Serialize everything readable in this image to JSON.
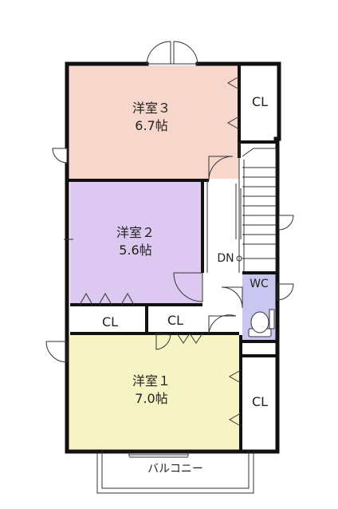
{
  "rooms": {
    "room3": {
      "name": "洋室３",
      "size": "6.7帖",
      "color": "#f7d6cb"
    },
    "room2": {
      "name": "洋室２",
      "size": "5.6帖",
      "color": "#dcc8f1"
    },
    "room1": {
      "name": "洋室１",
      "size": "7.0帖",
      "color": "#f6f3c4"
    },
    "wc": {
      "name": "WC",
      "color": "#c9c7f2"
    }
  },
  "closets": {
    "cl_top": "CL",
    "cl_mid_left": "CL",
    "cl_mid_right": "CL",
    "cl_bottom": "CL"
  },
  "stairs": {
    "label": "DN"
  },
  "balcony": {
    "label": "バルコニー"
  },
  "colors": {
    "wall": "#111111",
    "line": "#333333"
  }
}
